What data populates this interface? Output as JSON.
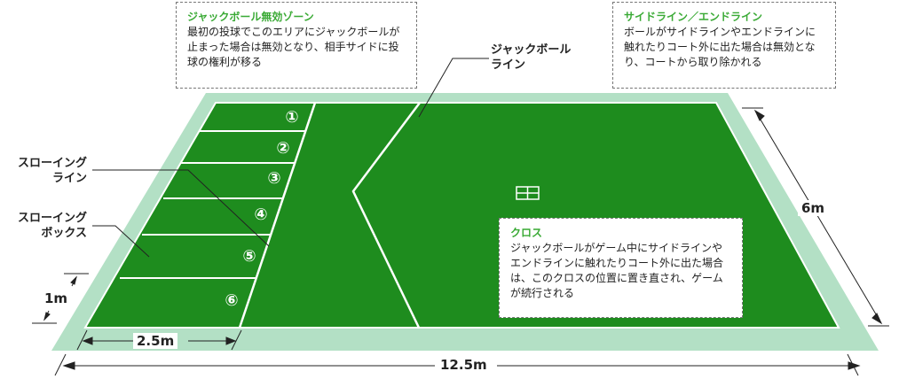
{
  "callouts": {
    "jack_invalid": {
      "title": "ジャックボール無効ゾーン",
      "body": "最初の投球でこのエリアにジャックボールが止まった場合は無効となり、相手サイドに投球の権利が移る"
    },
    "side_end": {
      "title": "サイドライン／エンドライン",
      "body": "ボールがサイドラインやエンドラインに触れたりコート外に出た場合は無効となり、コートから取り除かれる"
    },
    "cross": {
      "title": "クロス",
      "body": "ジャックボールがゲーム中にサイドラインやエンドラインに触れたりコート外に出た場合は、このクロスの位置に置き直され、ゲームが続行される"
    }
  },
  "labels": {
    "jack_line": "ジャックボール\nライン",
    "throwing_line": "スローイング\nライン",
    "throwing_box": "スローイング\nボックス"
  },
  "box_numbers": [
    "①",
    "②",
    "③",
    "④",
    "⑤",
    "⑥"
  ],
  "dimensions": {
    "width_6m": "6m",
    "box_1m": "1m",
    "box_2_5m": "2.5m",
    "length_12_5m": "12.5m"
  },
  "colors": {
    "court_green": "#1e8c1e",
    "border_green": "#b3e0c5",
    "accent_title": "#3aaa35"
  }
}
